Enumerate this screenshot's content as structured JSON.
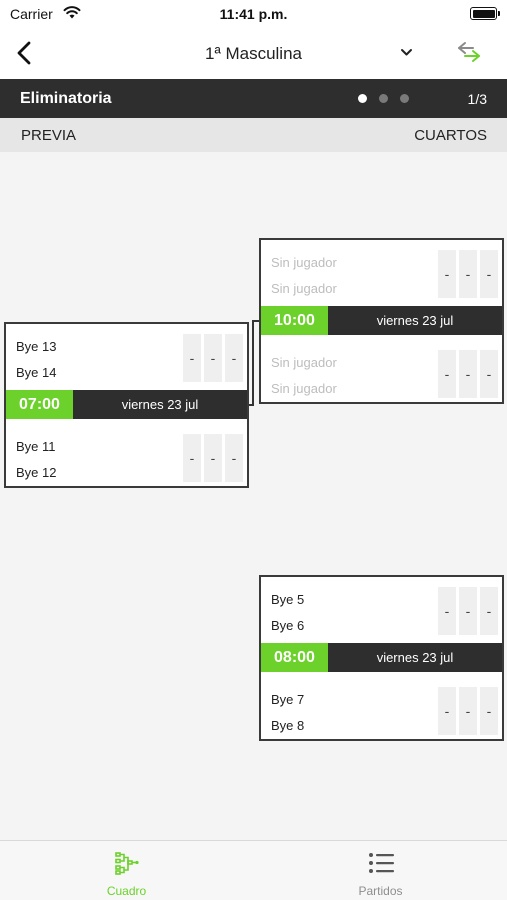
{
  "status_bar": {
    "carrier": "Carrier",
    "time": "11:41 p.m."
  },
  "nav": {
    "title": "1ª Masculina",
    "back_icon": "chevron-left-icon",
    "dropdown_icon": "chevron-down-icon",
    "swap_icon": "swap-arrows-icon"
  },
  "section": {
    "name": "Eliminatoria",
    "page": "1/3",
    "dots_total": 3,
    "dot_active": 1
  },
  "rounds": {
    "left": "PREVIA",
    "right": "CUARTOS"
  },
  "matches": [
    {
      "round": "previa",
      "top": {
        "player1": "Bye 13",
        "player2": "Bye 14",
        "scores": [
          "-",
          "-",
          "-"
        ]
      },
      "time": "07:00",
      "date": "viernes 23 jul",
      "bottom": {
        "player1": "Bye 11",
        "player2": "Bye 12",
        "scores": [
          "-",
          "-",
          "-"
        ]
      }
    },
    {
      "round": "cuartos",
      "top": {
        "player1": "Sin jugador",
        "player2": "Sin jugador",
        "scores": [
          "-",
          "-",
          "-"
        ]
      },
      "time": "10:00",
      "date": "viernes 23 jul",
      "bottom": {
        "player1": "Sin jugador",
        "player2": "Sin jugador",
        "scores": [
          "-",
          "-",
          "-"
        ]
      }
    },
    {
      "round": "cuartos",
      "top": {
        "player1": "Bye 5",
        "player2": "Bye 6",
        "scores": [
          "-",
          "-",
          "-"
        ]
      },
      "time": "08:00",
      "date": "viernes 23 jul",
      "bottom": {
        "player1": "Bye 7",
        "player2": "Bye 8",
        "scores": [
          "-",
          "-",
          "-"
        ]
      }
    }
  ],
  "tabs": [
    {
      "label": "Cuadro",
      "icon": "bracket-icon",
      "active": true
    },
    {
      "label": "Partidos",
      "icon": "list-icon",
      "active": false
    }
  ],
  "colors": {
    "accent": "#6cd12b",
    "header_dark": "#2e2e2e",
    "placeholder_text": "#bdbdbd"
  }
}
